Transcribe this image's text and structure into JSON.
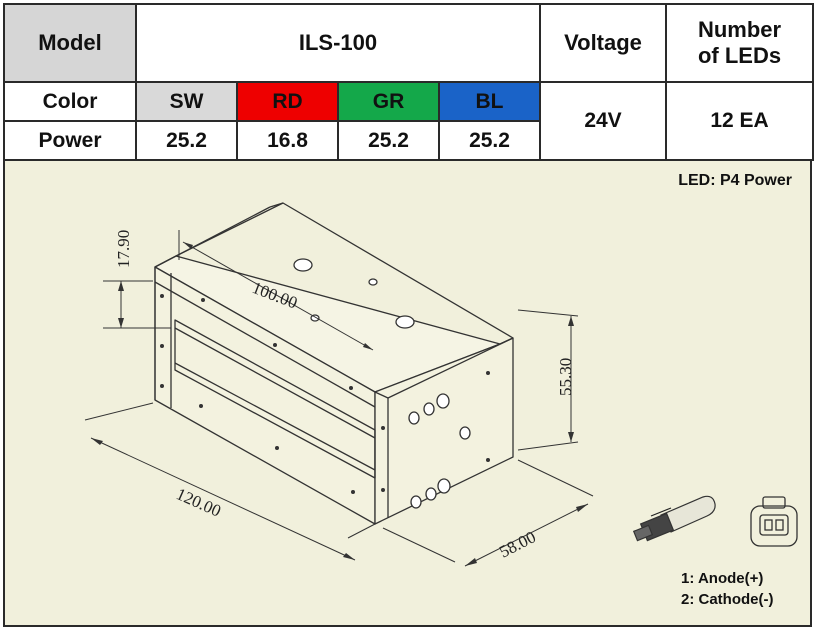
{
  "table": {
    "model_label": "Model",
    "model_value": "ILS-100",
    "voltage_label": "Voltage",
    "leds_label_line1": "Number",
    "leds_label_line2": "of LEDs",
    "color_label": "Color",
    "power_label": "Power",
    "voltage_value": "24V",
    "leds_value": "12 EA",
    "channels": [
      {
        "color": "SW",
        "power": "25.2",
        "bg": "#d9d9d9"
      },
      {
        "color": "RD",
        "power": "16.8",
        "bg": "#ee0000"
      },
      {
        "color": "GR",
        "power": "25.2",
        "bg": "#14a84a"
      },
      {
        "color": "BL",
        "power": "25.2",
        "bg": "#1a63c8"
      }
    ]
  },
  "drawing": {
    "led_note": "LED: P4 Power",
    "dim_width": "120.00",
    "dim_depth": "58.00",
    "dim_height": "55.30",
    "dim_inner_length": "100.00",
    "dim_top_offset": "17.90",
    "pin1": "1: Anode(+)",
    "pin2": "2: Cathode(-)"
  }
}
